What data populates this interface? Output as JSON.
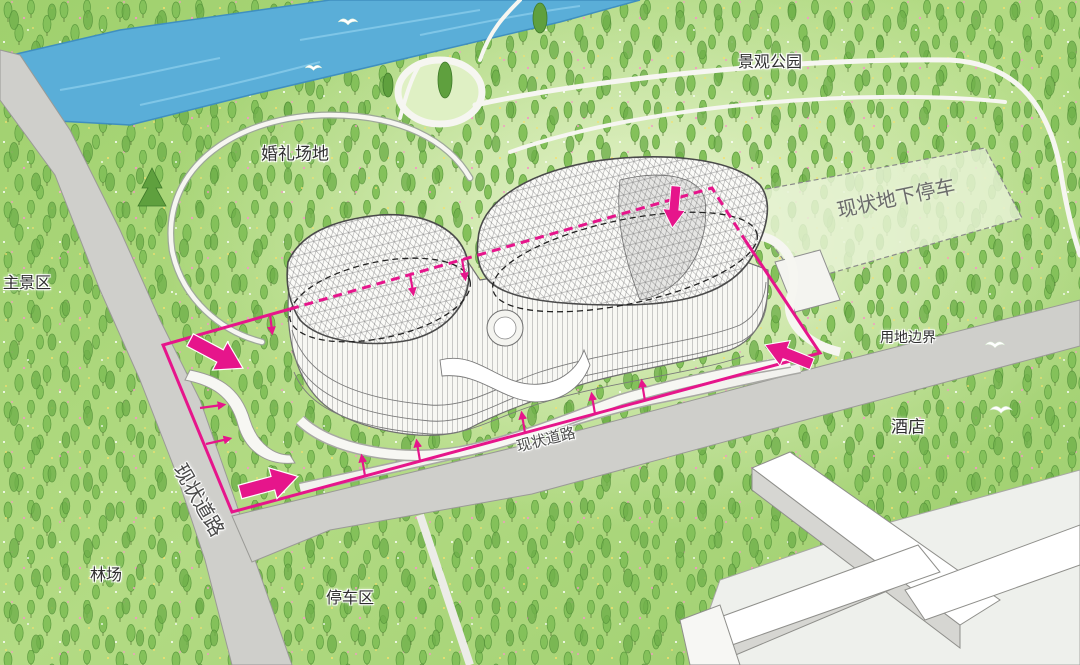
{
  "map": {
    "labels": {
      "landscape_park": "景观公园",
      "wedding_venue": "婚礼场地",
      "existing_underground_parking": "现状地下停车",
      "main_scenic_area": "主景区",
      "site_boundary": "用地边界",
      "hotel": "酒店",
      "existing_road_east": "现状道路",
      "existing_road_west": "现状道路",
      "forest_farm": "林场",
      "parking_area": "停车区"
    },
    "colors": {
      "grass": "#a9d47a",
      "tree": "#84c15a",
      "river": "#5aaed8",
      "road": "#cfcfcb",
      "site_boundary": "#e6158b",
      "building": "#fbfbf8",
      "label_text": "#2f2f2f"
    },
    "icons": [
      "bird-icon",
      "tree-icon",
      "arrow-icon"
    ]
  }
}
